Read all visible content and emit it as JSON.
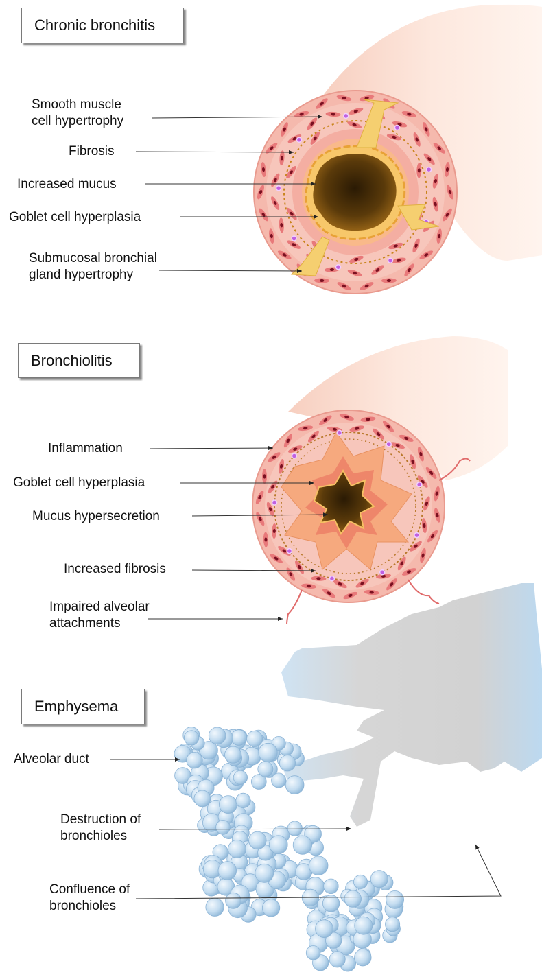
{
  "panels": {
    "chronic_bronchitis": {
      "title": "Chronic bronchitis",
      "labels": {
        "smooth_muscle": [
          "Smooth muscle",
          "cell hypertrophy"
        ],
        "fibrosis": "Fibrosis",
        "increased_mucus": "Increased mucus",
        "goblet": "Goblet cell hyperplasia",
        "submucosal": [
          "Submucosal bronchial",
          "gland hypertrophy"
        ]
      }
    },
    "bronchiolitis": {
      "title": "Bronchiolitis",
      "labels": {
        "inflammation": "Inflammation",
        "goblet": "Goblet cell hyperplasia",
        "mucus_hypersecretion": "Mucus hypersecretion",
        "increased_fibrosis": "Increased fibrosis",
        "impaired_attachments": [
          "Impaired alveolar",
          "attachments"
        ]
      }
    },
    "emphysema": {
      "title": "Emphysema",
      "labels": {
        "alveolar_duct": "Alveolar duct",
        "destruction": [
          "Destruction of",
          "bronchioles"
        ],
        "confluence": [
          "Confluence of",
          "bronchioles"
        ]
      }
    }
  },
  "colors": {
    "tube_skin": "#fbe3d6",
    "wall_pink": "#f4b4a8",
    "muscle_red": "#e06a6a",
    "nucleus": "#7a1020",
    "lumen": "#6b4a10",
    "mucus": "#f6c064",
    "alveoli": "#b8d6ee",
    "bronchiole_grey": "#d4d4d4"
  }
}
